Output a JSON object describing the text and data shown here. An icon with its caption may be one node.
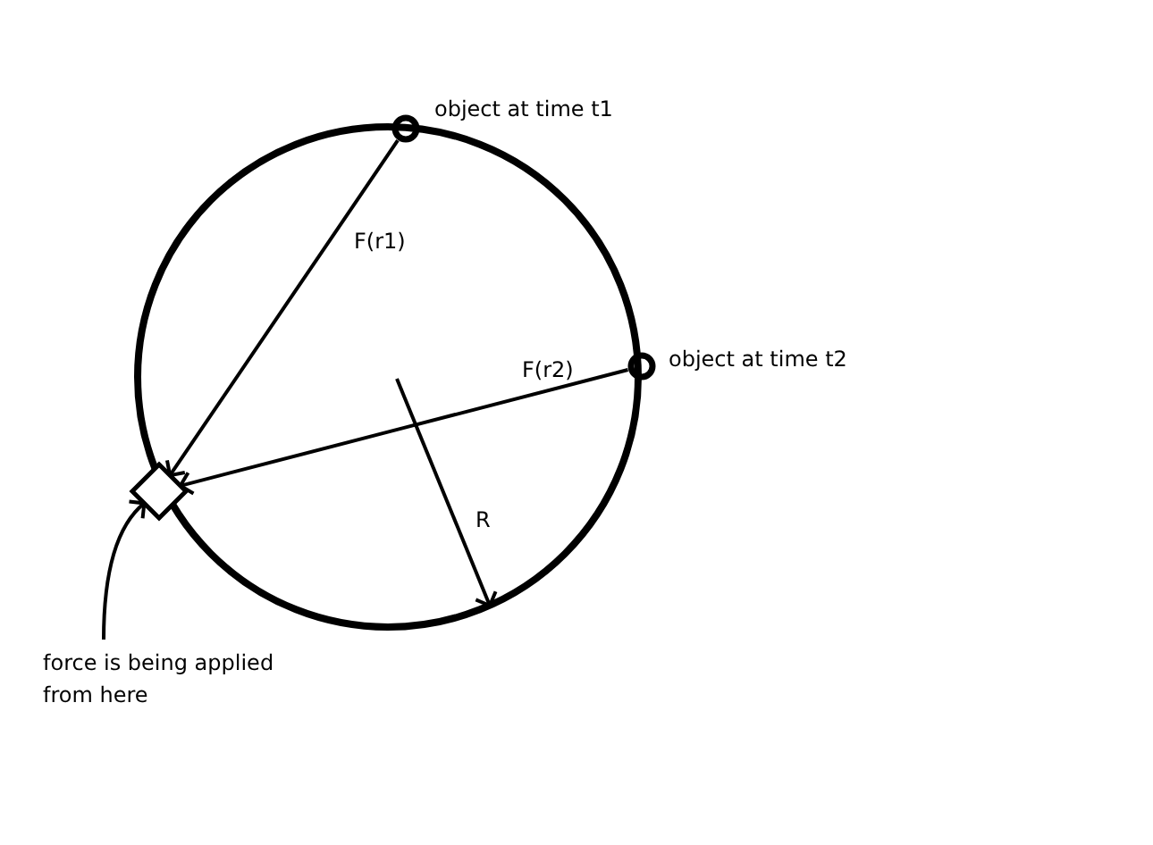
{
  "diagram": {
    "nodes": [
      {
        "text": [],
        "shape": "circle",
        "beside": [
          "object at time t1"
        ]
      },
      {
        "text": [],
        "shape": "circle",
        "beside": [
          "object at time t2"
        ]
      },
      {
        "text": [],
        "shape": "diamond"
      },
      {
        "text": [
          "force is being applied from here"
        ]
      }
    ],
    "edges": [
      {
        "from": 0,
        "to": 2,
        "arrow": "to",
        "label": "F(r1)"
      },
      {
        "from": 1,
        "to": 2,
        "arrow": "to",
        "label": "F(r2)"
      },
      {
        "from": 3,
        "to": 2,
        "arrow": "to"
      }
    ],
    "labels": [
      "R"
    ]
  }
}
